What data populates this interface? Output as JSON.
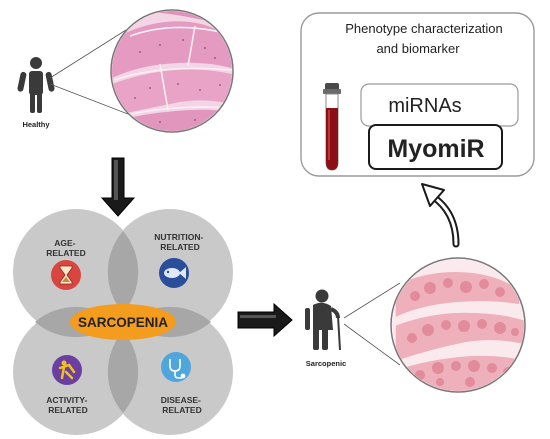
{
  "figure": {
    "healthy_label": "Healthy",
    "sarcopenic_label": "Sarcopenic",
    "center_label": "SARCOPENIA",
    "factors": [
      {
        "line1": "AGE-",
        "line2": "RELATED",
        "icon": "hourglass-icon",
        "color": "#d9453f"
      },
      {
        "line1": "NUTRITION-",
        "line2": "RELATED",
        "icon": "fish-icon",
        "color": "#2b4e9b"
      },
      {
        "line1": "ACTIVITY-",
        "line2": "RELATED",
        "icon": "exercise-icon",
        "color": "#6b3ea1"
      },
      {
        "line1": "DISEASE-",
        "line2": "RELATED",
        "icon": "stethoscope-icon",
        "color": "#4ea6dd"
      }
    ],
    "biomarker_box": {
      "title_line1": "Phenotype characterization",
      "title_line2": "and biomarker",
      "mirnas": "miRNAs",
      "myomir": "MyomiR"
    },
    "colors": {
      "venn_circle": "#c9c9c9",
      "venn_overlap": "#a8a8a8",
      "center_oval": "#f39c1e",
      "healthy_tissue": "#e8a3c6",
      "sarcopenic_tissue": "#eeb0ba",
      "blood": "#8b0f14",
      "arrow": "#1a1a1a"
    }
  }
}
